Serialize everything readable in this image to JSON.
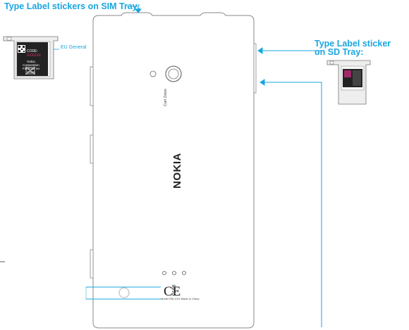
{
  "labels": {
    "sim_tray": "Type Label stickers on SIM Tray:",
    "sd_tray_line1": "Type Label sticker",
    "sd_tray_line2": "on SD Tray:",
    "eu_general": "EU General"
  },
  "phone": {
    "brand": "NOKIA",
    "camera_brand": "Carl Zeiss",
    "ce_mark": "CE",
    "notified_body": "0168",
    "model_text": "Model RM-XXX Made in China"
  },
  "sim_sticker": {
    "code_label": "CODE:",
    "code_value": "XXXXXX",
    "corp_line1": "Nokia Corporation",
    "corp_line2": "Fabriqué en Chine"
  },
  "colors": {
    "accent": "#1aa6e0",
    "phone_outline": "#888888",
    "sticker_bg": "#222222"
  }
}
